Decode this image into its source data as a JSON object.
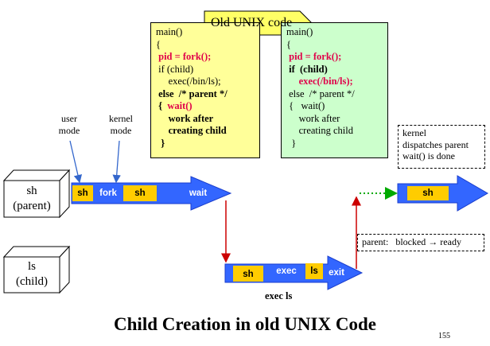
{
  "tag": "Old UNIX code",
  "code_left": [
    {
      "text": "main()",
      "style": "plain"
    },
    {
      "text": "{",
      "style": "plain"
    },
    {
      "text": " pid = fork();",
      "style": "red"
    },
    {
      "text": " if (child)",
      "style": "plain"
    },
    {
      "text": "     exec(/bin/ls);",
      "style": "plain"
    },
    {
      "text": " else  /* parent */",
      "style": "bold"
    },
    {
      "text": " {",
      "style": "bold",
      "extra": "  wait()"
    },
    {
      "text": "     work after",
      "style": "bold"
    },
    {
      "text": "     creating child",
      "style": "bold"
    },
    {
      "text": "  }",
      "style": "bold"
    }
  ],
  "code_right": [
    {
      "text": "main()",
      "style": "plain"
    },
    {
      "text": "{",
      "style": "plain"
    },
    {
      "text": " pid = fork();",
      "style": "red"
    },
    {
      "text": " if  (child)",
      "style": "bold"
    },
    {
      "text": "     exec(/bin/ls);",
      "style": "red"
    },
    {
      "text": " else  /* parent */",
      "style": "plain"
    },
    {
      "text": " {   wait()",
      "style": "plain"
    },
    {
      "text": "     work after",
      "style": "plain"
    },
    {
      "text": "     creating child",
      "style": "plain"
    },
    {
      "text": "  }",
      "style": "plain"
    }
  ],
  "labels": {
    "user_mode": "user\nmode",
    "kernel_mode": "kernel\nmode",
    "sh_parent": "sh\n(parent)",
    "ls_child": "ls\n(child)"
  },
  "parent_bar": {
    "seg_sh1": "sh",
    "seg_fork": "fork",
    "seg_sh2": "sh",
    "seg_wait": "wait"
  },
  "child_bar": {
    "seg_sh": "sh",
    "seg_exec": "exec",
    "seg_ls": "ls",
    "seg_exit": "exit"
  },
  "resume_bar": {
    "seg_sh": "sh"
  },
  "exec_caption": "exec  ls",
  "note_kernel": "kernel\ndispatches parent\nwait() is done",
  "note_parent": "parent:   blocked → ready",
  "title": "Child Creation in old UNIX Code",
  "page_number": "155",
  "colors": {
    "bar": "#3366ff",
    "segment": "#ffcc00",
    "bar_text": "#ffffff",
    "arrow_red": "#cc0000",
    "dotted_green": "#00aa00",
    "code_left_bg": "#ffff99",
    "code_right_bg": "#ccffcc"
  }
}
